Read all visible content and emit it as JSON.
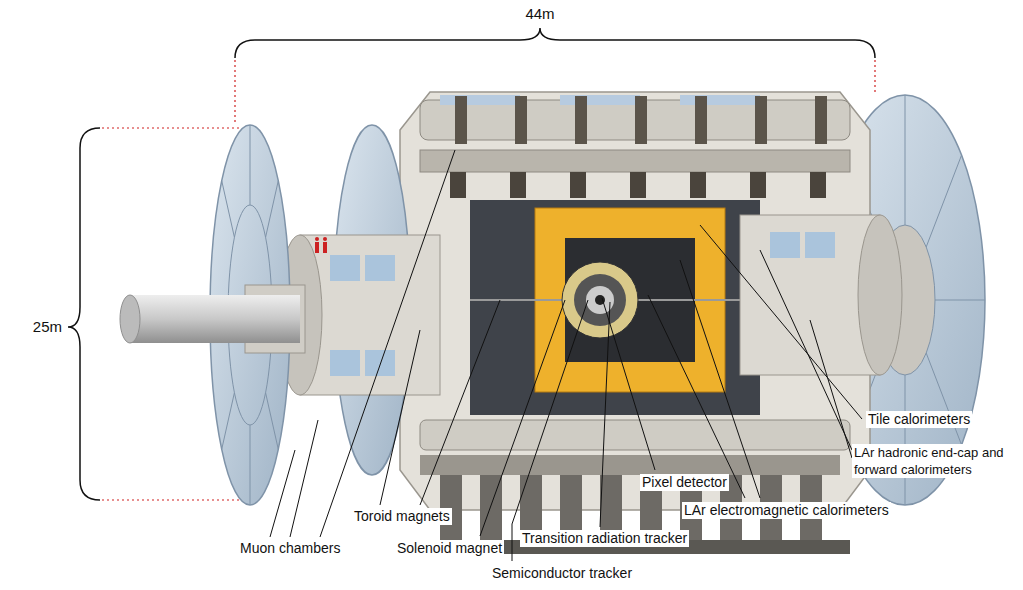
{
  "diagram": {
    "labels": [
      "44m",
      "25m",
      "Muon chambers",
      "Toroid magnets",
      "Solenoid magnet",
      "Semiconductor tracker",
      "Transition radiation tracker",
      "Pixel detector",
      "LAr electromagnetic calorimeters",
      "LAr hadronic end-cap and forward calorimeters",
      "Tile calorimeters"
    ]
  }
}
